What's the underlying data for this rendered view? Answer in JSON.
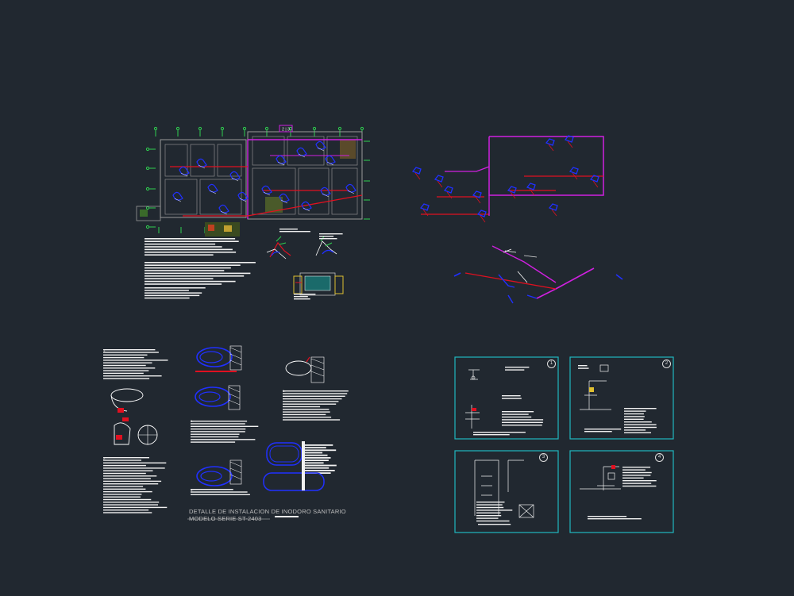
{
  "drawing": {
    "background_color": "#212830",
    "colors": {
      "pipe_magenta": "#d020e0",
      "pipe_red": "#e01020",
      "pipe_blue": "#2030ff",
      "wall_gray": "#9a9a9a",
      "note_white": "#f0f0f0",
      "frame_cyan": "#20b8c0",
      "grid_green": "#30d050"
    }
  },
  "floor_plan": {
    "title_tag": "2 | 3"
  },
  "toilet_detail": {
    "title": "DETALLE DE INSTALACION DE INODORO SANITARIO",
    "subtitle": "MODELO SERIE ST-2403",
    "steps": [
      "1.",
      "2.",
      "3.",
      "4.",
      "5."
    ]
  },
  "sheets": [
    {
      "number": "1"
    },
    {
      "number": "2"
    },
    {
      "number": "3"
    },
    {
      "number": "4"
    }
  ]
}
